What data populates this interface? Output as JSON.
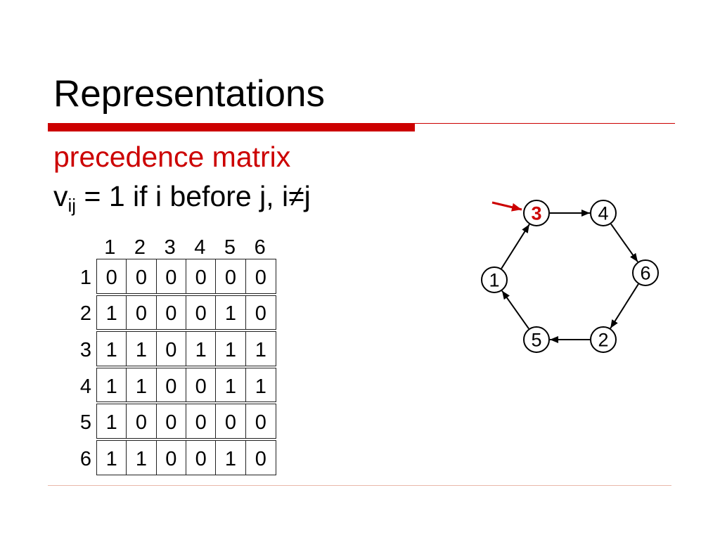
{
  "slide": {
    "title": "Representations",
    "subtitle": "precedence matrix",
    "definition": {
      "variable": "v",
      "subscript": "ij",
      "text": "= 1 if i before j, i≠j"
    }
  },
  "matrix": {
    "column_headers": [
      "1",
      "2",
      "3",
      "4",
      "5",
      "6"
    ],
    "rows": [
      {
        "header": "1",
        "values": [
          0,
          0,
          0,
          0,
          0,
          0
        ]
      },
      {
        "header": "2",
        "values": [
          1,
          0,
          0,
          0,
          1,
          0
        ]
      },
      {
        "header": "3",
        "values": [
          1,
          1,
          0,
          1,
          1,
          1
        ]
      },
      {
        "header": "4",
        "values": [
          1,
          1,
          0,
          0,
          1,
          1
        ]
      },
      {
        "header": "5",
        "values": [
          1,
          0,
          0,
          0,
          0,
          0
        ]
      },
      {
        "header": "6",
        "values": [
          1,
          1,
          0,
          0,
          1,
          0
        ]
      }
    ]
  },
  "graph": {
    "nodes": [
      {
        "label": "3",
        "highlighted": true
      },
      {
        "label": "4",
        "highlighted": false
      },
      {
        "label": "6",
        "highlighted": false
      },
      {
        "label": "1",
        "highlighted": false
      },
      {
        "label": "5",
        "highlighted": false
      },
      {
        "label": "2",
        "highlighted": false
      }
    ],
    "edges": [
      {
        "from": "3",
        "to": "4"
      },
      {
        "from": "4",
        "to": "6"
      },
      {
        "from": "6",
        "to": "2"
      },
      {
        "from": "2",
        "to": "5"
      },
      {
        "from": "5",
        "to": "1"
      },
      {
        "from": "1",
        "to": "3"
      }
    ]
  },
  "colors": {
    "accent": "#cc0000",
    "text": "#000000",
    "footer_rule": "#e9b8aa"
  }
}
